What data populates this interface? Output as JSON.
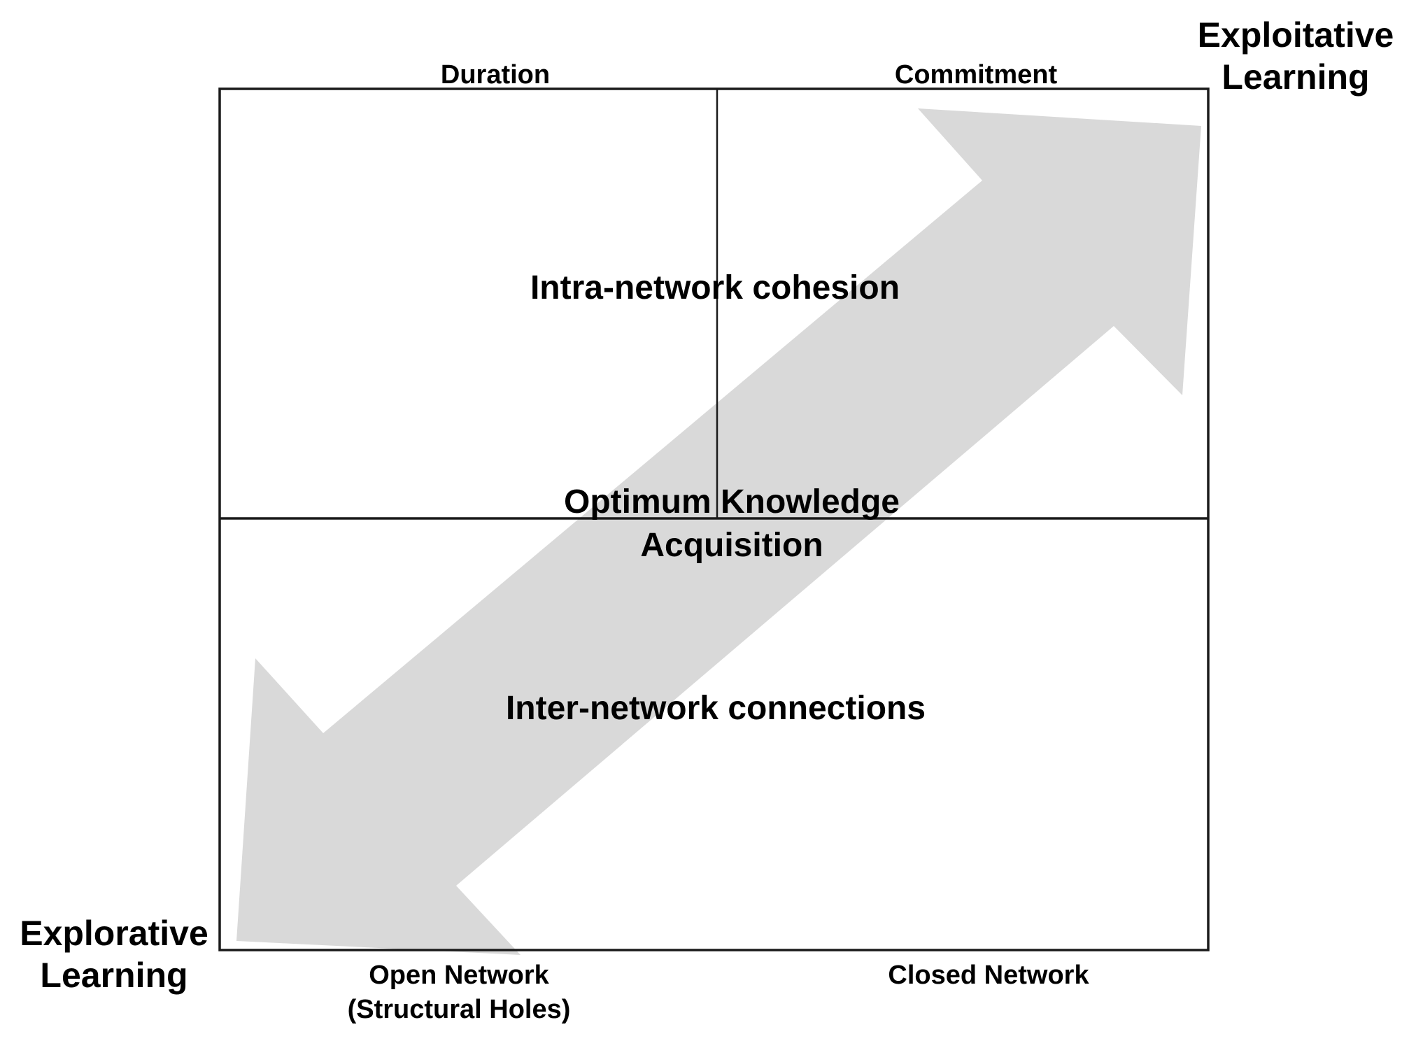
{
  "diagram": {
    "title_corner_labels": {
      "top_right": "Exploitative\nLearning",
      "bottom_left": "Explorative\nLearning"
    },
    "top_axis_labels": {
      "left": "Duration",
      "right": "Commitment"
    },
    "bottom_axis_labels": {
      "left": "Open Network\n(Structural Holes)",
      "right": "Closed Network"
    },
    "interior_labels": {
      "upper_quadrants": "Intra-network cohesion",
      "center": "Optimum Knowledge\nAcquisition",
      "lower_quadrants": "Inter-network connections"
    },
    "colors": {
      "arrow_fill": "#d9d9d9",
      "line": "#1a1a1a",
      "text": "#000000",
      "background": "#ffffff"
    }
  }
}
